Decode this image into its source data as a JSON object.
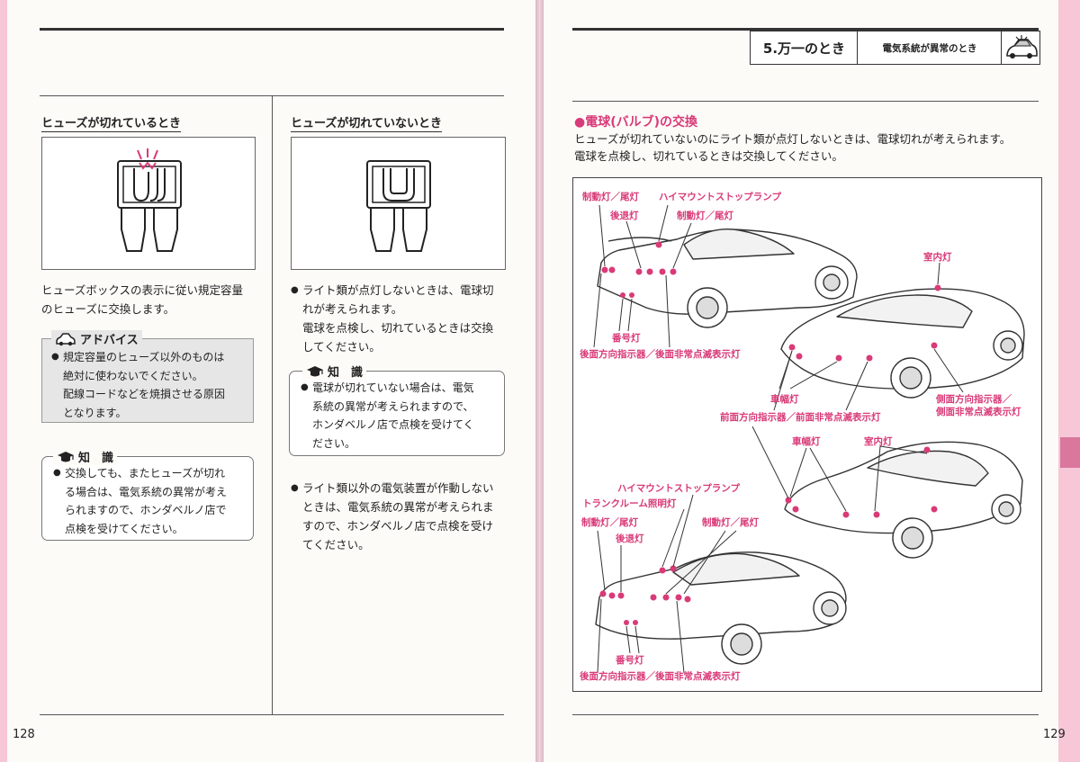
{
  "left_page": {
    "page_number": "128",
    "col1": {
      "heading": "ヒューズが切れているとき",
      "body_lines": [
        "ヒューズボックスの表示に従い規定容量",
        "のヒューズに交換します。"
      ],
      "advice": {
        "label": "アドバイス",
        "lines": [
          "規定容量のヒューズ以外のものは",
          "絶対に使わないでください。",
          "配線コードなどを焼損させる原因",
          "となります。"
        ]
      },
      "knowledge": {
        "label": "知　識",
        "lines": [
          "交換しても、またヒューズが切れ",
          "る場合は、電気系統の異常が考え",
          "られますので、ホンダベルノ店で",
          "点検を受けてください。"
        ]
      }
    },
    "col2": {
      "heading": "ヒューズが切れていないとき",
      "bullet1_lines": [
        "ライト類が点灯しないときは、電球切",
        "れが考えられます。",
        "電球を点検し、切れているときは交換",
        "してください。"
      ],
      "knowledge": {
        "label": "知　識",
        "lines": [
          "電球が切れていない場合は、電気",
          "系統の異常が考えられますので、",
          "ホンダベルノ店で点検を受けてく",
          "ださい。"
        ]
      },
      "bullet2_lines": [
        "ライト類以外の電気装置が作動しない",
        "ときは、電気系統の異常が考えられま",
        "すので、ホンダベルノ店で点検を受け",
        "てください。"
      ]
    }
  },
  "right_page": {
    "page_number": "129",
    "section_title": "5.万一のとき",
    "section_subtitle": "電気系統が異常のとき",
    "heading": "●電球(バルブ)の交換",
    "intro_lines": [
      "ヒューズが切れていないのにライト類が点灯しないときは、電球切れが考えられます。",
      "電球を点検し、切れているときは交換してください。"
    ],
    "labels": {
      "brake_tail_1": "制動灯／尾灯",
      "high_mount_1": "ハイマウントストップランプ",
      "backup_1": "後退灯",
      "brake_tail_2": "制動灯／尾灯",
      "interior_1": "室内灯",
      "license_1": "番号灯",
      "rear_turn_hazard_1": "後面方向指示器／後面非常点滅表示灯",
      "side_marker_1": "車幅灯",
      "front_turn_hazard": "前面方向指示器／前面非常点滅表示灯",
      "side_turn_hazard_1": "側面方向指示器／",
      "side_turn_hazard_2": "側面非常点滅表示灯",
      "side_marker_2": "車幅灯",
      "interior_2": "室内灯",
      "high_mount_2": "ハイマウントストップランプ",
      "trunk_light": "トランクルーム照明灯",
      "brake_tail_3": "制動灯／尾灯",
      "brake_tail_4": "制動灯／尾灯",
      "backup_2": "後退灯",
      "license_2": "番号灯",
      "rear_turn_hazard_2": "後面方向指示器／後面非常点滅表示灯"
    }
  },
  "colors": {
    "accent": "#d93a78",
    "spread_bg": "#f7c7d8",
    "paper": "#fdfbf8"
  }
}
